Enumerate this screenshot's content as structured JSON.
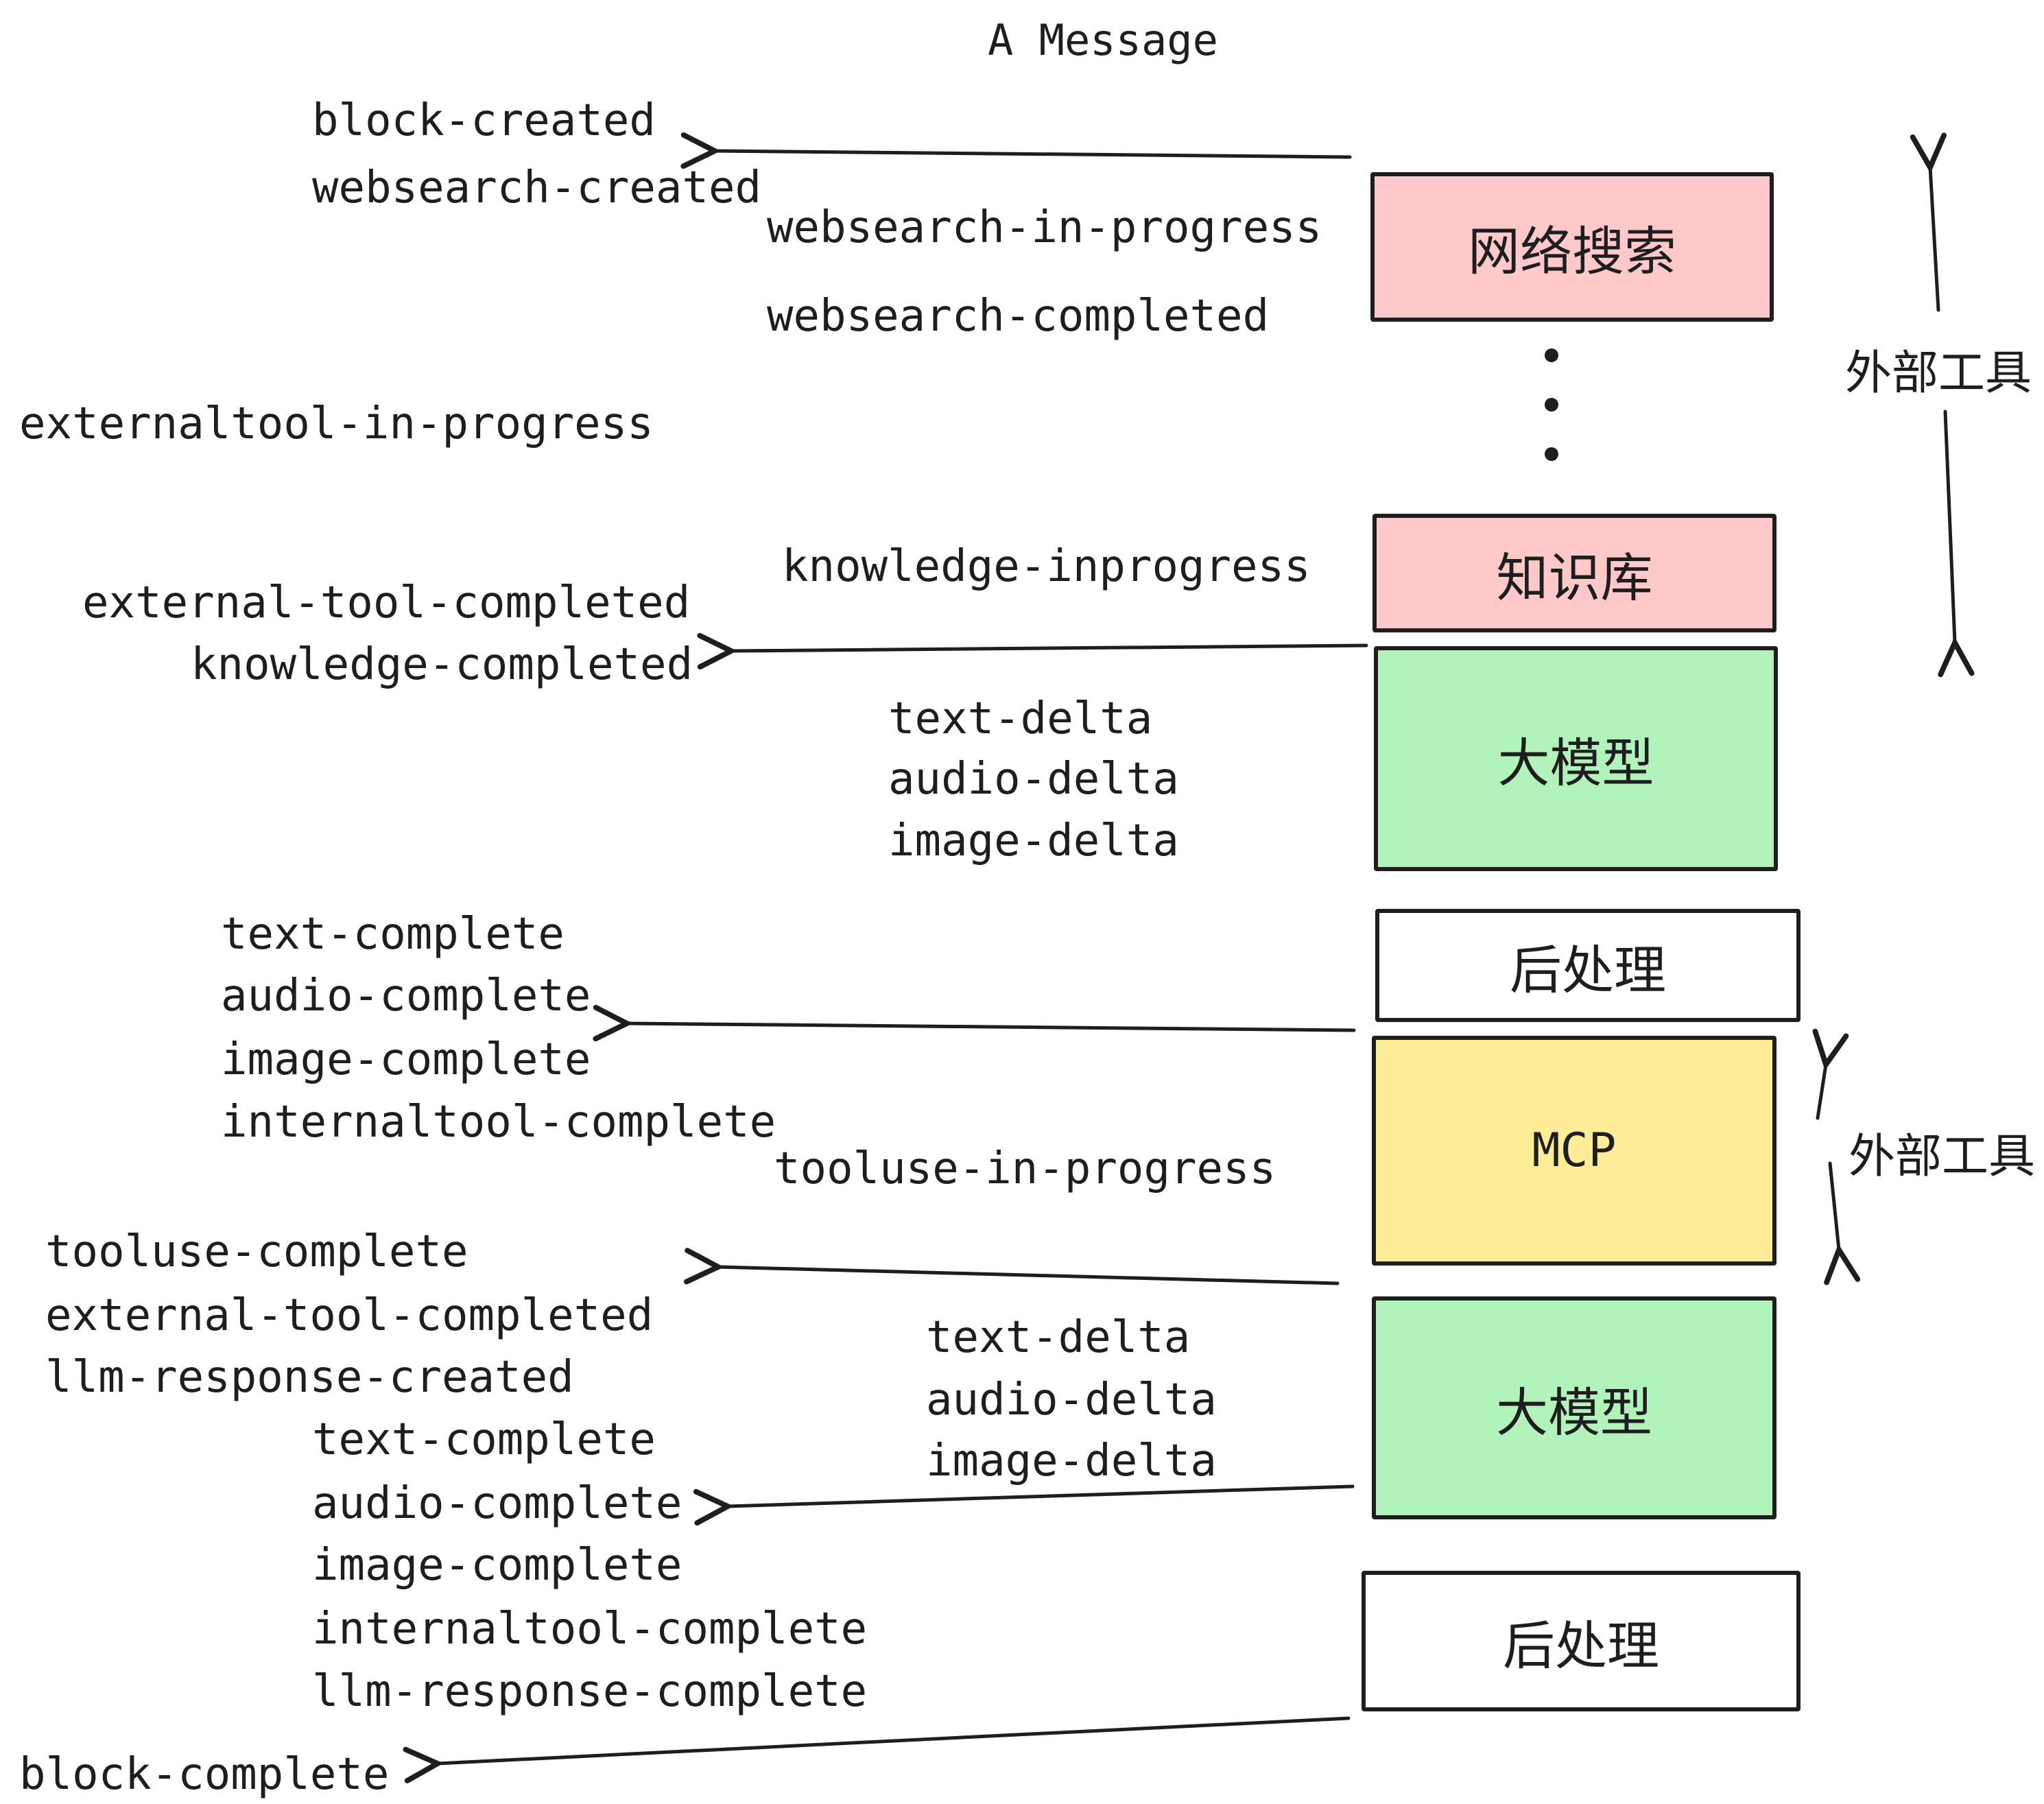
{
  "title": "A Message",
  "boxes": {
    "websearch": "网络搜索",
    "knowledge": "知识库",
    "llm1": "大模型",
    "post1": "后处理",
    "mcp": "MCP",
    "llm2": "大模型",
    "post2": "后处理"
  },
  "side_labels": {
    "external_tools_top": "外部工具",
    "external_tools_mid": "外部工具"
  },
  "events": {
    "block_created": "block-created",
    "websearch_created": "websearch-created",
    "websearch_in_progress": "websearch-in-progress",
    "websearch_completed": "websearch-completed",
    "externaltool_in_progress": "externaltool-in-progress",
    "knowledge_inprogress": "knowledge-inprogress",
    "external_tool_completed": "external-tool-completed",
    "knowledge_completed": "knowledge-completed",
    "text_delta": "text-delta",
    "audio_delta": "audio-delta",
    "image_delta": "image-delta",
    "text_complete": "text-complete",
    "audio_complete": "audio-complete",
    "image_complete": "image-complete",
    "internaltool_complete": "internaltool-complete",
    "tooluse_in_progress": "tooluse-in-progress",
    "tooluse_complete": "tooluse-complete",
    "external_tool_completed_2": "external-tool-completed",
    "llm_response_created": "llm-response-created",
    "text_delta_2": "text-delta",
    "audio_delta_2": "audio-delta",
    "image_delta_2": "image-delta",
    "text_complete_2": "text-complete",
    "audio_complete_2": "audio-complete",
    "image_complete_2": "image-complete",
    "internaltool_complete_2": "internaltool-complete",
    "llm_response_complete": "llm-response-complete",
    "block_complete": "block-complete"
  },
  "colors": {
    "pink": "#ffc9c9",
    "green": "#b2f2bb",
    "yellow": "#ffec99",
    "white": "#ffffff",
    "ink": "#1e1e1e"
  }
}
